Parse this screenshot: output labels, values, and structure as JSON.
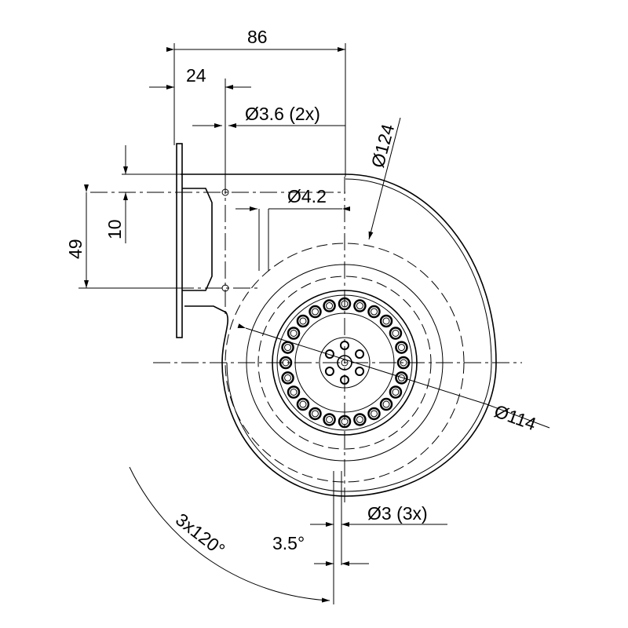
{
  "drawing": {
    "dimensions": {
      "width_overall": "86",
      "offset": "24",
      "hole_small": "Ø3.6 (2x)",
      "housing_diameter": "Ø124",
      "hole_mid": "Ø4.2",
      "height_overall": "49",
      "height_small": "10",
      "impeller_diameter": "Ø114",
      "hole_bottom": "Ø3 (3x)",
      "angle_offset": "3.5°",
      "angle_pattern": "3x120°"
    },
    "impeller_hole_count": 24,
    "hub_hole_count": 6
  }
}
